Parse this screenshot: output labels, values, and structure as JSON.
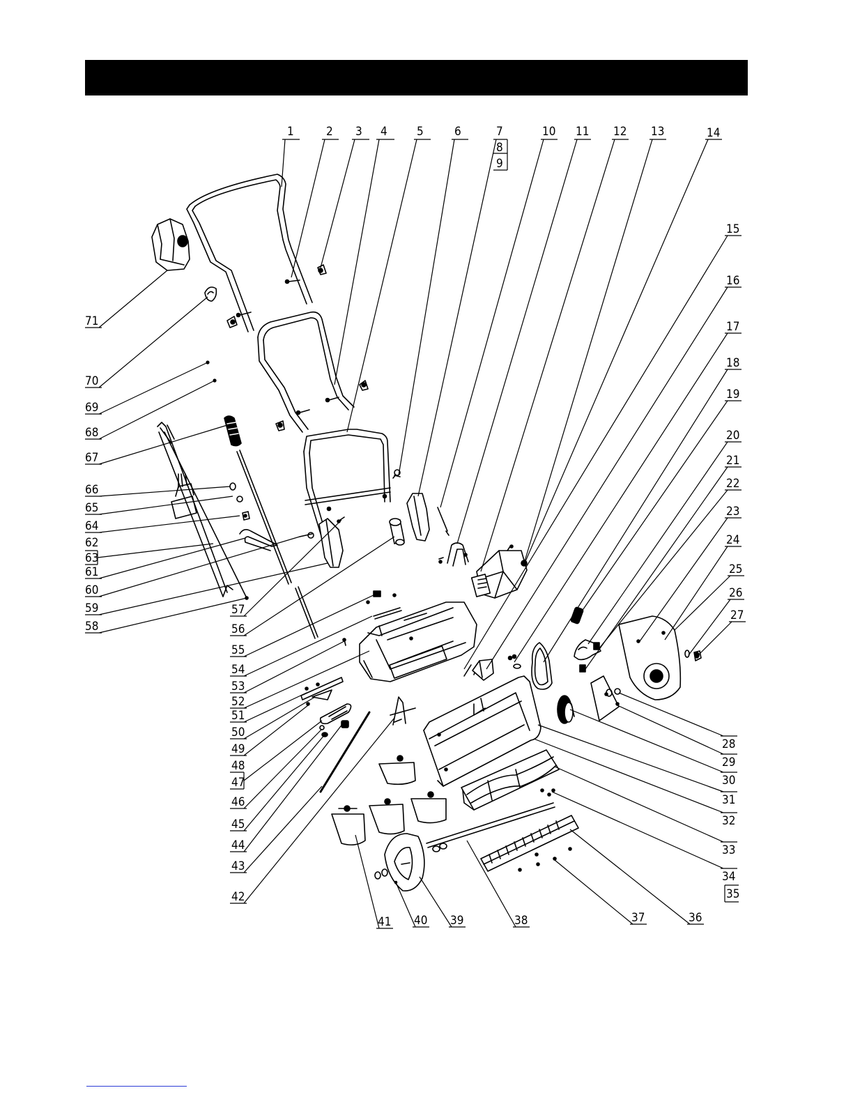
{
  "header": {
    "title": ""
  },
  "diagram": {
    "part_numbers": [
      "1",
      "2",
      "3",
      "4",
      "5",
      "6",
      "7",
      "8",
      "9",
      "10",
      "11",
      "12",
      "13",
      "14",
      "15",
      "16",
      "17",
      "18",
      "19",
      "20",
      "21",
      "22",
      "23",
      "24",
      "25",
      "26",
      "27",
      "28",
      "29",
      "30",
      "31",
      "32",
      "33",
      "34",
      "35",
      "36",
      "37",
      "38",
      "39",
      "40",
      "41",
      "42",
      "43",
      "44",
      "45",
      "46",
      "47",
      "48",
      "49",
      "50",
      "51",
      "52",
      "53",
      "54",
      "55",
      "56",
      "57",
      "58",
      "59",
      "60",
      "61",
      "62",
      "63",
      "64",
      "65",
      "66",
      "67",
      "68",
      "69",
      "70",
      "71"
    ]
  }
}
